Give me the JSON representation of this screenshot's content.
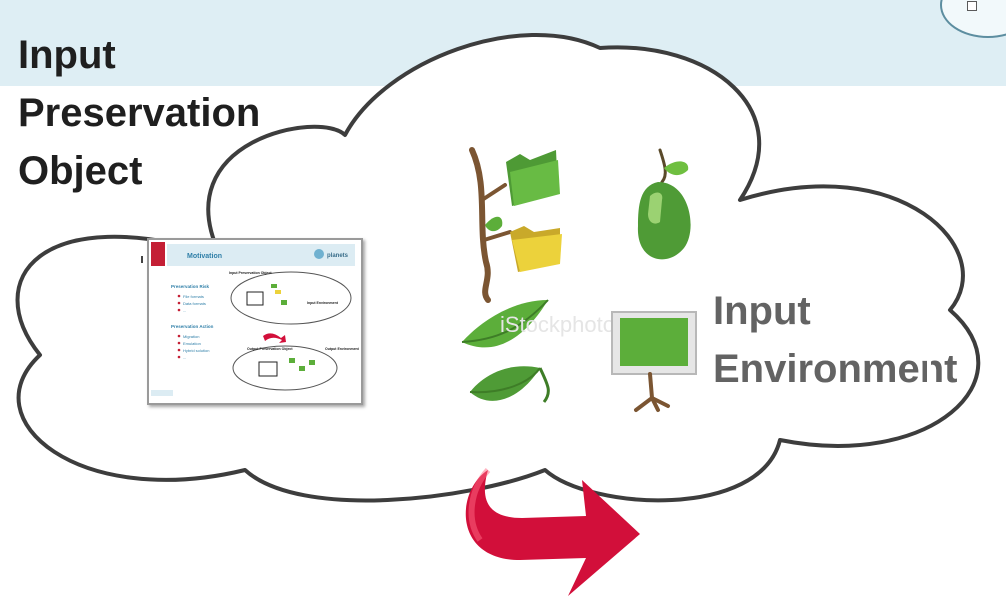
{
  "left_label": [
    "Input",
    "Preservation",
    "Object"
  ],
  "right_label": [
    "Input",
    "Environment"
  ],
  "thumbnail": {
    "header": "Motivation",
    "logo_text": "planets",
    "list1": {
      "heading": "Preservation Risk",
      "items": [
        "File formats",
        "Data formats",
        "..."
      ]
    },
    "list2": {
      "heading": "Preservation Action",
      "items": [
        "Migration",
        "Emulation",
        "Hybrid solution",
        "..."
      ]
    },
    "cloud_top_labels": [
      "Input Preservation Object",
      "Input Environment"
    ],
    "cloud_bottom_labels": [
      "Output Preservation Object",
      "Output Environment"
    ]
  },
  "watermark": "iStockphoto",
  "colors": {
    "band": "#deeef4",
    "cloud_stroke": "#3d3d3d",
    "arrow": "#d20f3a",
    "leaf_green": "#5cae3a",
    "folder_yellow": "#ecd23b",
    "branch_brown": "#7b5532",
    "left_text": "#1f1f1f",
    "right_text": "#636363"
  },
  "icons": [
    "folder-icon",
    "mouse-icon",
    "leaf-icon",
    "monitor-icon",
    "arrow-icon"
  ]
}
